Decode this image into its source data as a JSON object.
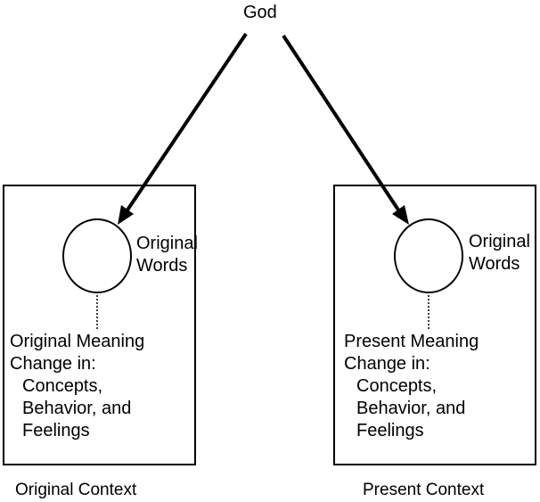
{
  "source": "God",
  "left": {
    "words": [
      "Original",
      "Words"
    ],
    "meaning": [
      "Original Meaning",
      "Change in:",
      "Concepts,",
      "Behavior, and",
      "Feelings"
    ],
    "context": "Original Context"
  },
  "right": {
    "words": [
      "Original",
      "Words"
    ],
    "meaning": [
      "Present Meaning",
      "Change in:",
      "Concepts,",
      "Behavior, and",
      "Feelings"
    ],
    "context": "Present Context"
  },
  "colors": {
    "stroke": "#000000",
    "background": "#ffffff"
  }
}
